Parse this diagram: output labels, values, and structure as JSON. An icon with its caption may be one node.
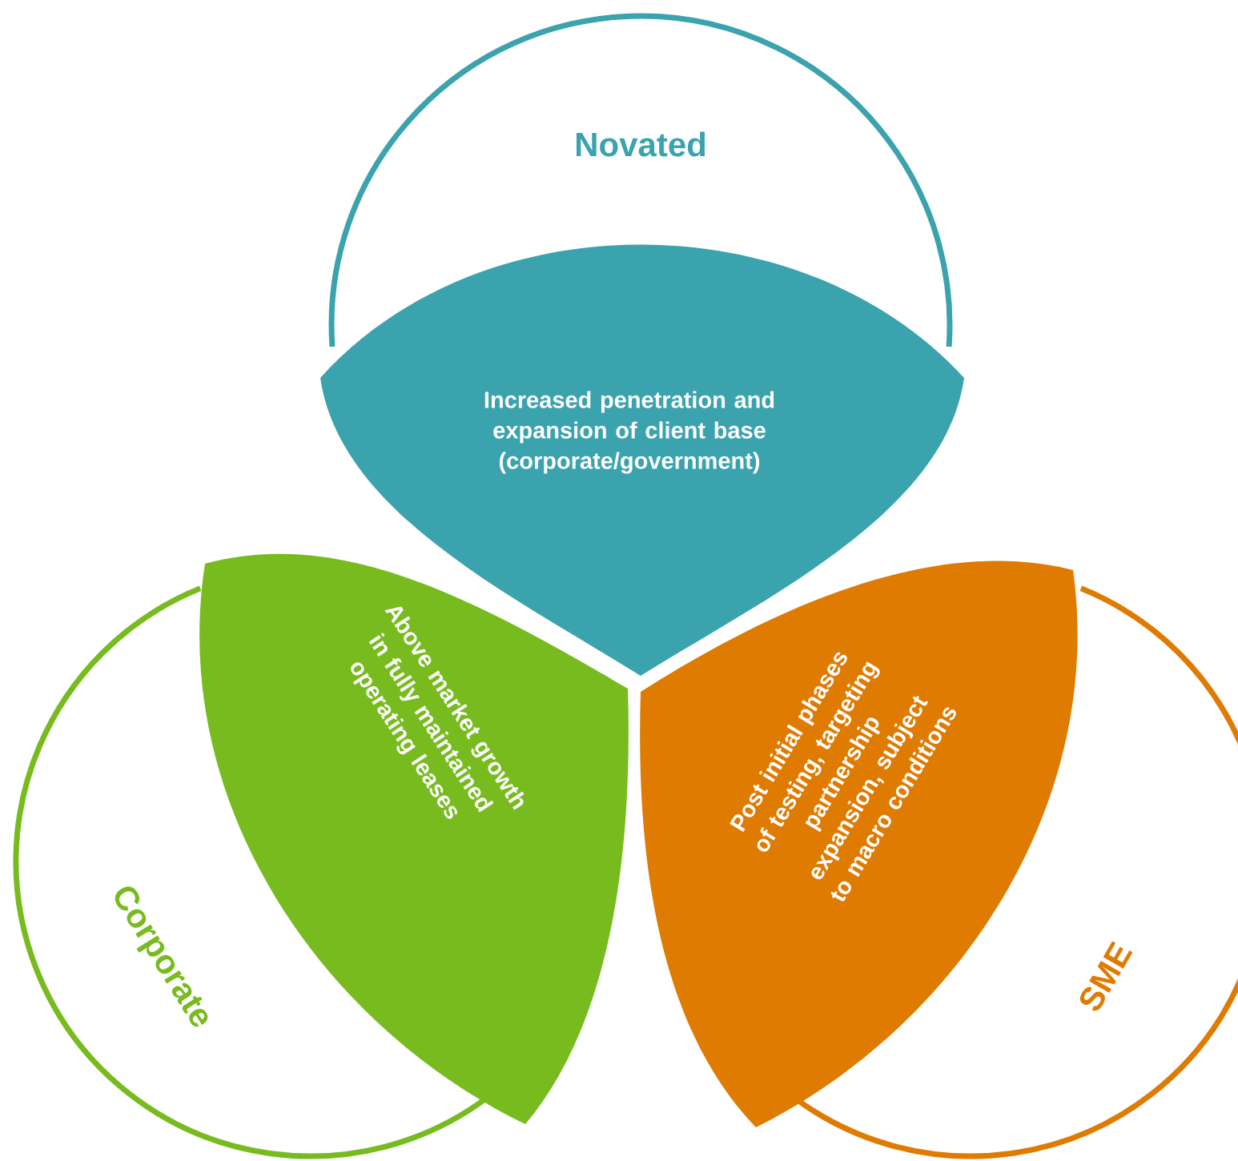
{
  "diagram": {
    "nodes": [
      {
        "text": [
          "Novated",
          "Increased penetration and expansion of client base (corporate/government)"
        ]
      },
      {
        "text": [
          "Corporate",
          "Above market growth in fully maintained operating leases"
        ]
      },
      {
        "text": [
          "SME",
          "Post initial phases of testing, targeting partnership expansion, subject to macro conditions"
        ]
      }
    ]
  }
}
